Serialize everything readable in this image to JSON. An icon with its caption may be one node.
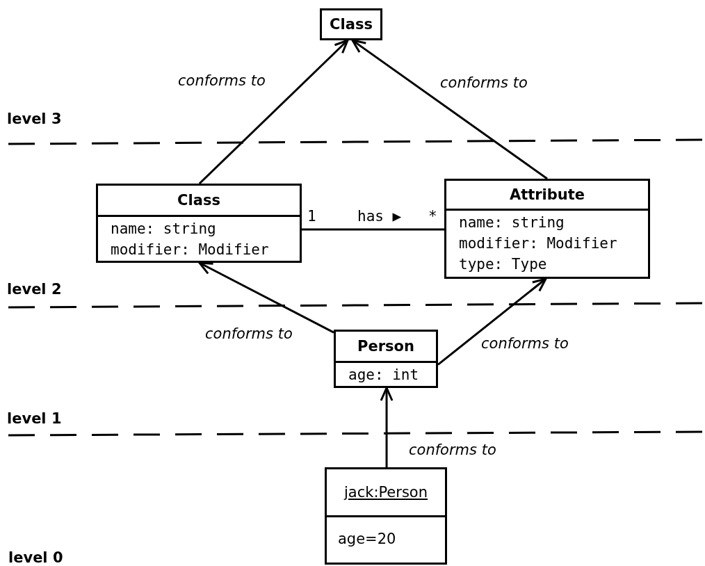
{
  "diagram": {
    "nodes": [
      {
        "text": [
          "Class"
        ]
      },
      {
        "text": [
          "Class",
          "name: string",
          "modifier: Modifier"
        ]
      },
      {
        "text": [
          "Attribute",
          "name: string",
          "modifier: Modifier",
          "type: Type"
        ]
      },
      {
        "text": [
          "Person",
          "age: int"
        ]
      },
      {
        "text": [
          "jack:Person",
          "age=20"
        ]
      }
    ],
    "edges": [
      {
        "from": 1,
        "to": 0,
        "arrow": "to",
        "label": "conforms to"
      },
      {
        "from": 2,
        "to": 0,
        "arrow": "to",
        "label": "conforms to"
      },
      {
        "from": 1,
        "to": 2,
        "arrow": "none",
        "label": "has ▶"
      },
      {
        "from": 3,
        "to": 1,
        "arrow": "to",
        "label": "conforms to"
      },
      {
        "from": 3,
        "to": 2,
        "arrow": "to",
        "label": "conforms to"
      },
      {
        "from": 4,
        "to": 3,
        "arrow": "to",
        "label": "conforms to"
      }
    ],
    "labels": [
      "level 3",
      "level 2",
      "level 1",
      "level 0",
      "1",
      "*"
    ]
  }
}
